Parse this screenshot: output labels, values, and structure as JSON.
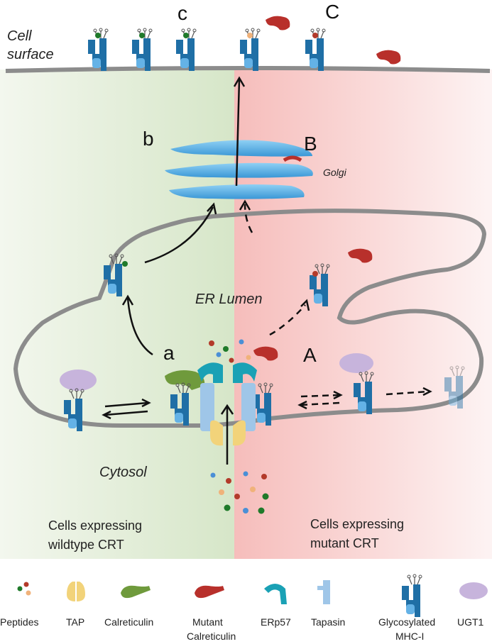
{
  "labels": {
    "cell_surface_line1": "Cell",
    "cell_surface_line2": "surface",
    "letter_c_lower": "c",
    "letter_c_upper": "C",
    "letter_b_lower": "b",
    "letter_b_upper": "B",
    "letter_a_lower": "a",
    "letter_a_upper": "A",
    "golgi": "Golgi",
    "er_lumen": "ER Lumen",
    "cytosol": "Cytosol",
    "wildtype_line1": "Cells expressing",
    "wildtype_line2": "wildtype CRT",
    "mutant_line1": "Cells expressing",
    "mutant_line2": "mutant CRT"
  },
  "legend": [
    {
      "icon": "peptides-icon",
      "line1": "Peptides",
      "line2": ""
    },
    {
      "icon": "tap-icon",
      "line1": "TAP",
      "line2": ""
    },
    {
      "icon": "calreticulin-icon",
      "line1": "Calreticulin",
      "line2": ""
    },
    {
      "icon": "mutant-calreticulin-icon",
      "line1": "Mutant",
      "line2": "Calreticulin"
    },
    {
      "icon": "erp57-icon",
      "line1": "ERp57",
      "line2": ""
    },
    {
      "icon": "tapasin-icon",
      "line1": "Tapasin",
      "line2": ""
    },
    {
      "icon": "mhc-i-icon",
      "line1": "Glycosylated",
      "line2": "MHC-I"
    },
    {
      "icon": "ugt1-icon",
      "line1": "UGT1",
      "line2": ""
    }
  ],
  "colors": {
    "wildtype_region": "#dfe9d2",
    "mutant_region": "#f7c9c7",
    "membrane": "#8c8c8c",
    "mhc": "#1f6fa6",
    "golgi": "#5aaee0",
    "calreticulin": "#6f9a3c",
    "mutant_calreticulin": "#b8302b",
    "erp57": "#1aa1b5",
    "tap": "#f2d37a",
    "ugt1": "#c7b4dc",
    "peptide_green": "#1f7a2a",
    "peptide_red": "#b33a2a"
  }
}
